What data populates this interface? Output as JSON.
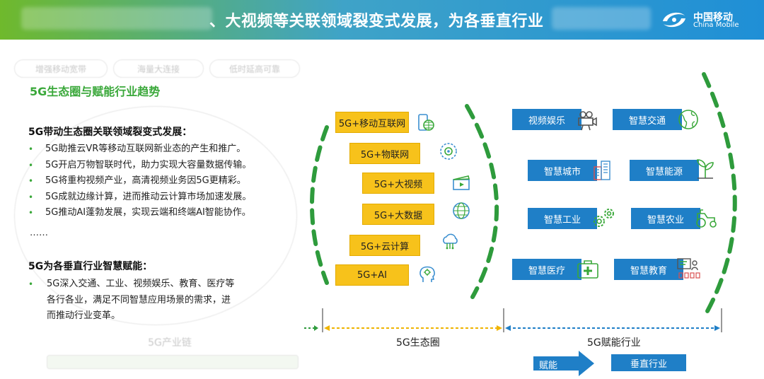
{
  "header": {
    "title": "、大视频等关联领域裂变式发展，为各垂直行业",
    "logo_cn": "中国移动",
    "logo_en": "China Mobile"
  },
  "ghost_bg": {
    "tags": [
      "增强移动宽带",
      "海量大连接",
      "低时延高可靠"
    ],
    "chain_label": "5G产业链"
  },
  "left": {
    "section_title": "5G生态圈与赋能行业趋势",
    "h1": "5G带动生态圈关联领域裂变式发展：",
    "bullets": [
      "5G助推云VR等移动互联网新业态的产生和推广。",
      "5G开启万物智联时代，助力实现大容量数据传输。",
      "5G将重构视频产业，高清视频业务因5G更精彩。",
      "5G成就边缘计算，进而推动云计算市场加速发展。",
      "5G推动AI蓬勃发展，实现云端和终端AI智能协作。"
    ],
    "ellipsis": "……",
    "h2": "5G为各垂直行业智慧赋能：",
    "paragraph": "5G深入交通、工业、视频娱乐、教育、医疗等各行各业，满足不同智慧应用场景的需求，进而推动行业变革。"
  },
  "ecosystem": {
    "items": [
      {
        "label": "5G+移动互联网",
        "icon": "mobile-internet-icon"
      },
      {
        "label": "5G+物联网",
        "icon": "iot-icon"
      },
      {
        "label": "5G+大视频",
        "icon": "video-clapper-icon"
      },
      {
        "label": "5G+大数据",
        "icon": "big-data-globe-icon"
      },
      {
        "label": "5G+云计算",
        "icon": "cloud-computing-icon"
      },
      {
        "label": "5G+AI",
        "icon": "ai-head-icon"
      }
    ],
    "label": "5G生态圈"
  },
  "industries": {
    "items": [
      {
        "label": "视频娱乐",
        "icon": "camera-icon"
      },
      {
        "label": "智慧交通",
        "icon": "globe-transport-icon"
      },
      {
        "label": "智慧城市",
        "icon": "city-building-icon"
      },
      {
        "label": "智慧能源",
        "icon": "energy-plant-icon"
      },
      {
        "label": "智慧工业",
        "icon": "gears-icon"
      },
      {
        "label": "智慧农业",
        "icon": "tractor-icon"
      },
      {
        "label": "智慧医疗",
        "icon": "medical-kit-icon"
      },
      {
        "label": "智慧教育",
        "icon": "classroom-icon"
      }
    ],
    "label": "5G赋能行业"
  },
  "bottom": {
    "enable": "赋能",
    "vertical": "垂直行业"
  },
  "colors": {
    "green_accent": "#3aa83a",
    "yellow": "#f7c21b",
    "blue": "#1f7fc7",
    "arc_green": "#2e9b3c"
  }
}
